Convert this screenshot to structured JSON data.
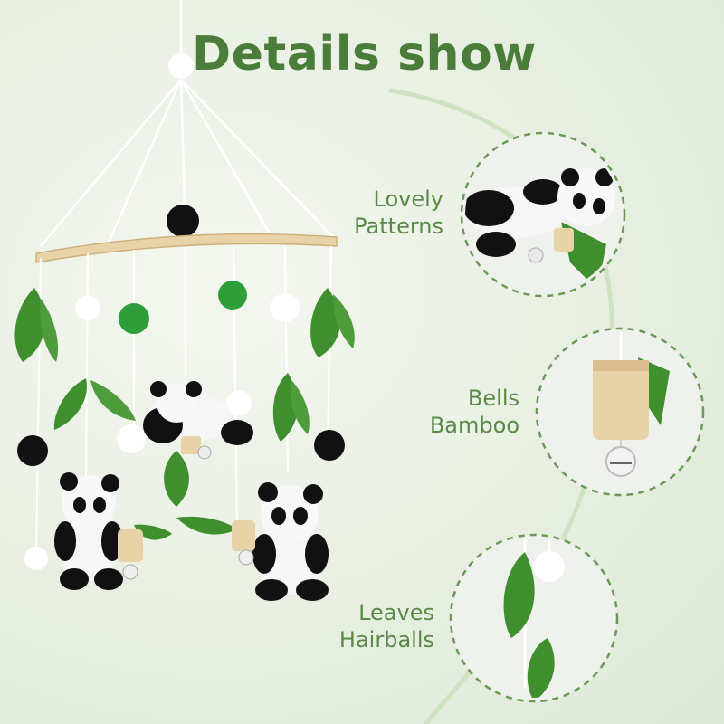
{
  "title": "Details show",
  "callouts": [
    {
      "line1": "Lovely",
      "line2": "Patterns"
    },
    {
      "line1": "Bells",
      "line2": "Bamboo"
    },
    {
      "line1": "Leaves",
      "line2": "Hairballs"
    }
  ],
  "colors": {
    "title_green": "#4a7c3a",
    "label_green": "#5a8a48",
    "felt_green": "#3f8f2f",
    "pompom_green": "#2e9e3a",
    "wood": "#e8d2a8"
  },
  "icons": [
    "panda-plush",
    "felt-leaf",
    "pom-pom-ball",
    "wooden-bell",
    "wooden-ring"
  ]
}
